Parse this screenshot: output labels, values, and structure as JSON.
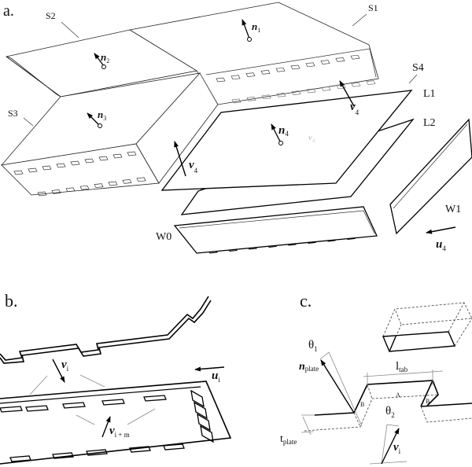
{
  "panels": {
    "a": {
      "label": "a.",
      "parts": {
        "s1": "S1",
        "s2": "S2",
        "s3": "S3",
        "s4": "S4",
        "l1": "L1",
        "l2": "L2",
        "w0": "W0",
        "w1": "W1"
      },
      "vectors": {
        "n1": {
          "sym": "n",
          "sub": "1"
        },
        "n2": {
          "sym": "n",
          "sub": "2"
        },
        "n3": {
          "sym": "n",
          "sub": "3"
        },
        "n4": {
          "sym": "n",
          "sub": "4"
        },
        "v4a": {
          "sym": "v",
          "sub": "4"
        },
        "v4b": {
          "sym": "v",
          "sub": "4"
        },
        "v4ghost": {
          "sym": "v",
          "sub": "4"
        },
        "u4": {
          "sym": "u",
          "sub": "4"
        }
      }
    },
    "b": {
      "label": "b.",
      "vectors": {
        "vi": {
          "sym": "v",
          "sub": "i"
        },
        "vim": {
          "sym": "v",
          "sub": "i + m"
        },
        "ui": {
          "sym": "u",
          "sub": "i"
        }
      }
    },
    "c": {
      "label": "c.",
      "theta1": {
        "sym": "θ",
        "sub": "1"
      },
      "theta2": {
        "sym": "θ",
        "sub": "2"
      },
      "nplate": {
        "sym": "n",
        "sub": "plate"
      },
      "vi": {
        "sym": "v",
        "sub": "i"
      },
      "ltab": {
        "sym": "l",
        "sub": "tab"
      },
      "tplate": {
        "sym": "t",
        "sub": "plate"
      },
      "regionA": "A",
      "regionB1": "B",
      "regionB2": "B"
    }
  }
}
